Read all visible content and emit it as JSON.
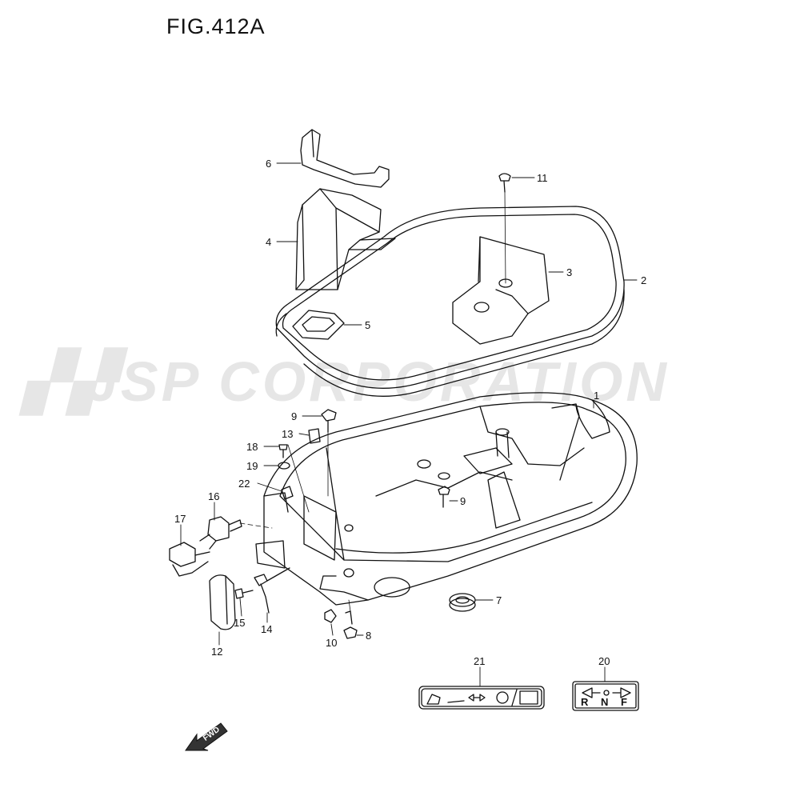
{
  "figure": {
    "title": "FIG.412A"
  },
  "watermark": {
    "text": "JSP CORPORATION"
  },
  "fwd_label": "FWD",
  "callouts": [
    {
      "id": "1",
      "label": "1"
    },
    {
      "id": "2",
      "label": "2"
    },
    {
      "id": "3",
      "label": "3"
    },
    {
      "id": "4",
      "label": "4"
    },
    {
      "id": "5",
      "label": "5"
    },
    {
      "id": "6",
      "label": "6"
    },
    {
      "id": "7",
      "label": "7"
    },
    {
      "id": "8",
      "label": "8"
    },
    {
      "id": "9a",
      "label": "9"
    },
    {
      "id": "9b",
      "label": "9"
    },
    {
      "id": "10",
      "label": "10"
    },
    {
      "id": "11",
      "label": "11"
    },
    {
      "id": "12",
      "label": "12"
    },
    {
      "id": "13",
      "label": "13"
    },
    {
      "id": "14",
      "label": "14"
    },
    {
      "id": "15",
      "label": "15"
    },
    {
      "id": "16",
      "label": "16"
    },
    {
      "id": "17",
      "label": "17"
    },
    {
      "id": "18",
      "label": "18"
    },
    {
      "id": "19",
      "label": "19"
    },
    {
      "id": "20",
      "label": "20"
    },
    {
      "id": "21",
      "label": "21"
    },
    {
      "id": "22",
      "label": "22"
    }
  ],
  "gear_decal": {
    "letters": [
      "R",
      "N",
      "F"
    ]
  },
  "colors": {
    "line": "#111111",
    "watermark": "#e6e6e6"
  }
}
